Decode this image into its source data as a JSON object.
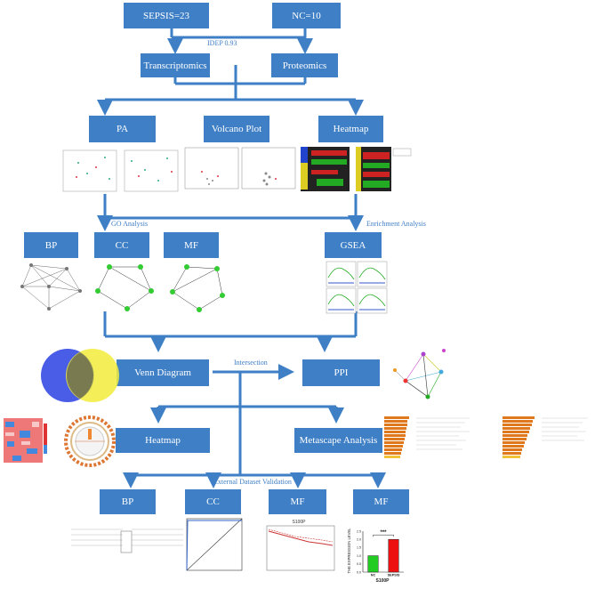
{
  "colors": {
    "box": "#3f7fc6",
    "arrow": "#3f7fc6",
    "text": "#ffffff",
    "label": "#3f7fc6"
  },
  "boxes": {
    "sepsis": "SEPSIS=23",
    "nc": "NC=10",
    "transcriptomics": "Transcriptomics",
    "proteomics": "Proteomics",
    "pa": "PA",
    "volcano": "Volcano Plot",
    "heatmap_top": "Heatmap",
    "bp_top": "BP",
    "cc_top": "CC",
    "mf_top": "MF",
    "gsea": "GSEA",
    "venn": "Venn Diagram",
    "ppi": "PPI",
    "heatmap_mid": "Heatmap",
    "metascape": "Metascape Analysis",
    "bp_bottom": "BP",
    "cc_bottom": "CC",
    "mf_bottom_1": "MF",
    "mf_bottom_2": "MF"
  },
  "labels": {
    "idep": "IDEP 0.93",
    "go_analysis": "GO Analysis",
    "enrichment": "Enrichment Analysis",
    "intersection": "Intersection",
    "external_validation": "External Dataset Validation"
  },
  "bar_chart": {
    "chart_data": {
      "type": "bar",
      "categories": [
        "NC",
        "SEPSIS"
      ],
      "values": [
        1.0,
        2.0
      ],
      "ylabel": "THE EXPRESSION LEVEL",
      "xlabel": "S100P",
      "ylim": [
        0,
        2.5
      ],
      "yticks": [
        "0.0",
        "0.5",
        "1.0",
        "1.5",
        "2.0",
        "2.5"
      ],
      "significance": "***",
      "colors": [
        "#22cc22",
        "#ee1111"
      ]
    }
  },
  "survival_plot": {
    "title": "S100P"
  }
}
